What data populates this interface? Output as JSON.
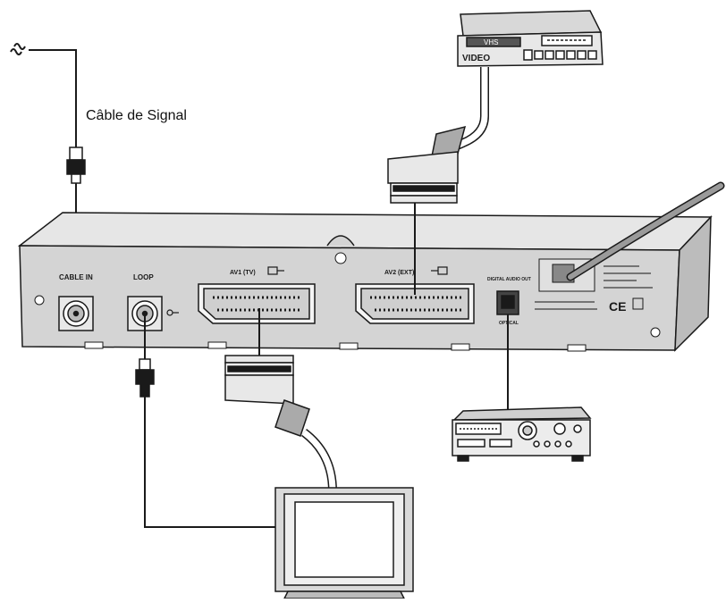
{
  "caption": {
    "signal_cable": "Câble de Signal"
  },
  "receiver": {
    "port_cable_in": "CABLE IN",
    "port_loop": "LOOP",
    "port_av1": "AV1 (TV)",
    "port_av2": "AV2 (EXT)",
    "port_digital_audio": "DIGITAL AUDIO OUT",
    "port_optical": "OPTICAL"
  },
  "vcr": {
    "label": "VIDEO",
    "display": "VHS"
  },
  "colors": {
    "line": "#1a1a1a",
    "body": "#d6d6d6",
    "panel": "#c8c8c8",
    "background": "#ffffff"
  }
}
